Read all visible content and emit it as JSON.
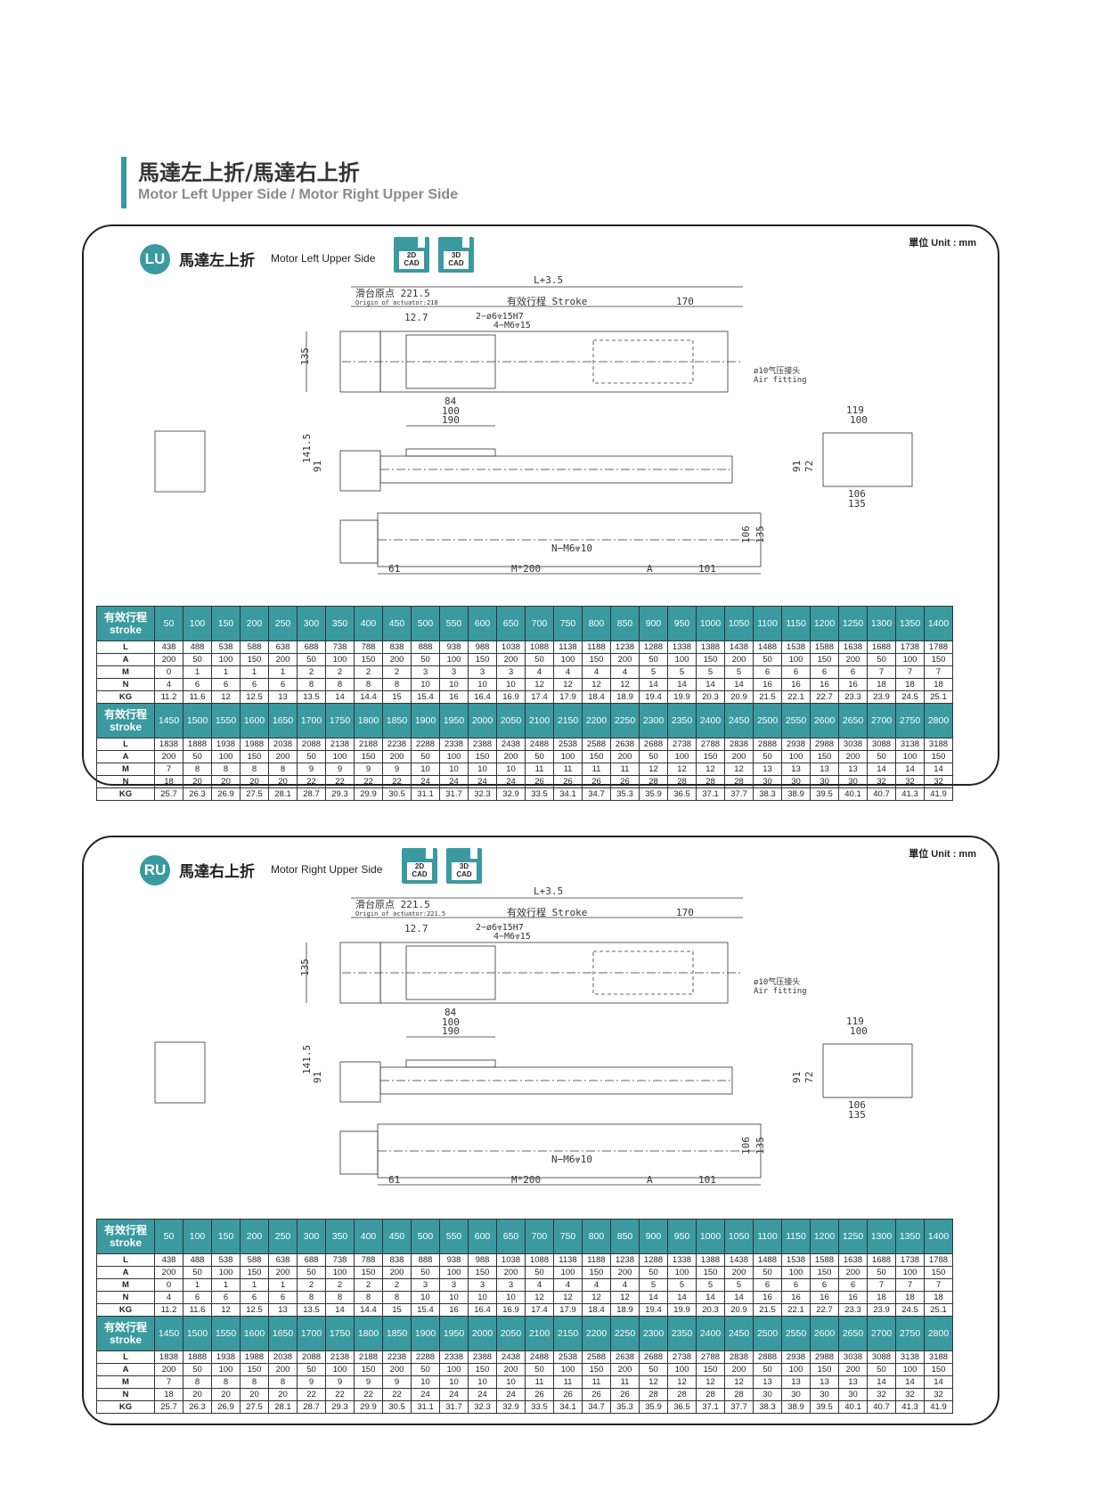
{
  "header": {
    "title_zh": "馬達左上折/馬達右上折",
    "title_en": "Motor Left Upper Side / Motor Right Upper Side"
  },
  "panels": [
    {
      "badge": "LU",
      "title_zh": "馬達左上折",
      "title_en": "Motor Left Upper Side",
      "unit": "單位 Unit : mm",
      "cad": [
        "2D\nCAD",
        "3D\nCAD"
      ],
      "dims": {
        "total": "L+3.5",
        "origin_zh": "滑台原点 221.5",
        "origin_en": "Origin of actuator:218",
        "stroke": "有效行程 Stroke",
        "end": "170",
        "offset": "12.7",
        "holes1": "2−ø6⩔15H7",
        "holes2": "4−M6⩔15",
        "h135": "135",
        "w84": "84",
        "w100": "100",
        "w190": "190",
        "air_zh": "ø10气压接头",
        "air_en": "Air fitting",
        "h141": "141.5",
        "h91": "91",
        "s119": "119",
        "s100": "100",
        "s91": "91",
        "s72": "72",
        "s106": "106",
        "s135": "135",
        "b106": "106",
        "b135": "135",
        "nm": "N−M6⩔10",
        "b61": "61",
        "bm": "M*200",
        "ba": "A",
        "b101": "101"
      }
    },
    {
      "badge": "RU",
      "title_zh": "馬達右上折",
      "title_en": "Motor Right Upper Side",
      "unit": "單位 Unit : mm",
      "cad": [
        "2D\nCAD",
        "3D\nCAD"
      ],
      "dims": {
        "total": "L+3.5",
        "origin_zh": "滑台原点 221.5",
        "origin_en": "Origin of actuator:221.5",
        "stroke": "有效行程 Stroke",
        "end": "170",
        "offset": "12.7",
        "holes1": "2−ø6⩔15H7",
        "holes2": "4−M6⩔15",
        "h135": "135",
        "w84": "84",
        "w100": "100",
        "w190": "190",
        "air_zh": "ø10气压接头",
        "air_en": "Air fitting",
        "h141": "141.5",
        "h91": "91",
        "s119": "119",
        "s100": "100",
        "s91": "91",
        "s72": "72",
        "s106": "106",
        "s135": "135",
        "b106": "106",
        "b135": "135",
        "nm": "N−M6⩔10",
        "b61": "61",
        "bm": "M*200",
        "ba": "A",
        "b101": "101"
      }
    }
  ],
  "spec": {
    "stroke_label": "有效行程\nstroke",
    "row_labels": [
      "L",
      "A",
      "M",
      "N",
      "KG"
    ],
    "blocks": [
      {
        "strokes": [
          "50",
          "100",
          "150",
          "200",
          "250",
          "300",
          "350",
          "400",
          "450",
          "500",
          "550",
          "600",
          "650",
          "700",
          "750",
          "800",
          "850",
          "900",
          "950",
          "1000",
          "1050",
          "1100",
          "1150",
          "1200",
          "1250",
          "1300",
          "1350",
          "1400"
        ],
        "rows": [
          [
            "438",
            "488",
            "538",
            "588",
            "638",
            "688",
            "738",
            "788",
            "838",
            "888",
            "938",
            "988",
            "1038",
            "1088",
            "1138",
            "1188",
            "1238",
            "1288",
            "1338",
            "1388",
            "1438",
            "1488",
            "1538",
            "1588",
            "1638",
            "1688",
            "1738",
            "1788"
          ],
          [
            "200",
            "50",
            "100",
            "150",
            "200",
            "50",
            "100",
            "150",
            "200",
            "50",
            "100",
            "150",
            "200",
            "50",
            "100",
            "150",
            "200",
            "50",
            "100",
            "150",
            "200",
            "50",
            "100",
            "150",
            "200",
            "50",
            "100",
            "150"
          ],
          [
            "0",
            "1",
            "1",
            "1",
            "1",
            "2",
            "2",
            "2",
            "2",
            "3",
            "3",
            "3",
            "3",
            "4",
            "4",
            "4",
            "4",
            "5",
            "5",
            "5",
            "5",
            "6",
            "6",
            "6",
            "6",
            "7",
            "7",
            "7"
          ],
          [
            "4",
            "6",
            "6",
            "6",
            "6",
            "8",
            "8",
            "8",
            "8",
            "10",
            "10",
            "10",
            "10",
            "12",
            "12",
            "12",
            "12",
            "14",
            "14",
            "14",
            "14",
            "16",
            "16",
            "16",
            "16",
            "18",
            "18",
            "18"
          ],
          [
            "11.2",
            "11.6",
            "12",
            "12.5",
            "13",
            "13.5",
            "14",
            "14.4",
            "15",
            "15.4",
            "16",
            "16.4",
            "16.9",
            "17.4",
            "17.9",
            "18.4",
            "18.9",
            "19.4",
            "19.9",
            "20.3",
            "20.9",
            "21.5",
            "22.1",
            "22.7",
            "23.3",
            "23.9",
            "24.5",
            "25.1"
          ]
        ]
      },
      {
        "strokes": [
          "1450",
          "1500",
          "1550",
          "1600",
          "1650",
          "1700",
          "1750",
          "1800",
          "1850",
          "1900",
          "1950",
          "2000",
          "2050",
          "2100",
          "2150",
          "2200",
          "2250",
          "2300",
          "2350",
          "2400",
          "2450",
          "2500",
          "2550",
          "2600",
          "2650",
          "2700",
          "2750",
          "2800"
        ],
        "rows": [
          [
            "1838",
            "1888",
            "1938",
            "1988",
            "2038",
            "2088",
            "2138",
            "2188",
            "2238",
            "2288",
            "2338",
            "2388",
            "2438",
            "2488",
            "2538",
            "2588",
            "2638",
            "2688",
            "2738",
            "2788",
            "2838",
            "2888",
            "2938",
            "2988",
            "3038",
            "3088",
            "3138",
            "3188"
          ],
          [
            "200",
            "50",
            "100",
            "150",
            "200",
            "50",
            "100",
            "150",
            "200",
            "50",
            "100",
            "150",
            "200",
            "50",
            "100",
            "150",
            "200",
            "50",
            "100",
            "150",
            "200",
            "50",
            "100",
            "150",
            "200",
            "50",
            "100",
            "150"
          ],
          [
            "7",
            "8",
            "8",
            "8",
            "8",
            "9",
            "9",
            "9",
            "9",
            "10",
            "10",
            "10",
            "10",
            "11",
            "11",
            "11",
            "11",
            "12",
            "12",
            "12",
            "12",
            "13",
            "13",
            "13",
            "13",
            "14",
            "14",
            "14"
          ],
          [
            "18",
            "20",
            "20",
            "20",
            "20",
            "22",
            "22",
            "22",
            "22",
            "24",
            "24",
            "24",
            "24",
            "26",
            "26",
            "26",
            "26",
            "28",
            "28",
            "28",
            "28",
            "30",
            "30",
            "30",
            "30",
            "32",
            "32",
            "32"
          ],
          [
            "25.7",
            "26.3",
            "26.9",
            "27.5",
            "28.1",
            "28.7",
            "29.3",
            "29.9",
            "30.5",
            "31.1",
            "31.7",
            "32.3",
            "32.9",
            "33.5",
            "34.1",
            "34.7",
            "35.3",
            "35.9",
            "36.5",
            "37.1",
            "37.7",
            "38.3",
            "38.9",
            "39.5",
            "40.1",
            "40.7",
            "41.3",
            "41.9"
          ]
        ]
      }
    ]
  }
}
